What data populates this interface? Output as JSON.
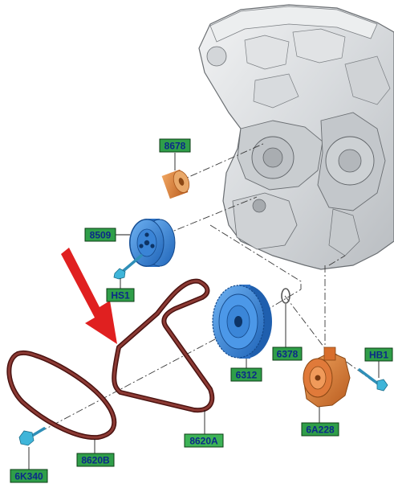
{
  "diagram": {
    "labels": {
      "cam_pulley_idler": "8678",
      "water_pump_pulley": "8509",
      "pulley_bolt": "HS1",
      "crankshaft_damper": "6312",
      "oring_seal": "6378",
      "tensioner_bolt": "HB1",
      "belt_tensioner": "6A228",
      "main_belt": "8620A",
      "secondary_belt": "8620B",
      "damper_bolt": "6K340"
    },
    "colors": {
      "label_fill": "#2f9e49",
      "label_fill_highlight": "#3db356",
      "label_border": "#0b3d14",
      "label_text": "#0b2a88",
      "belt": "#7a2a26",
      "pulley_blue": "#2f7fd8",
      "damper_blue": "#4c98e8",
      "idler_orange": "#d9823a",
      "tensioner_orange": "#e06b2c",
      "bolt_cyan": "#3fb5d9",
      "arrow_red": "#e02020",
      "engine_gray": "#d9dcdf"
    },
    "icons": {
      "pointer": "red-arrow-icon",
      "engine": "engine-block-icon"
    }
  }
}
